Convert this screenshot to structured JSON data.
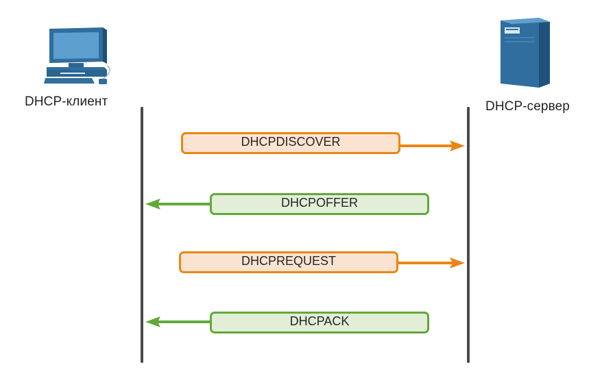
{
  "nodes": {
    "client": {
      "label": "DHCP-клиент",
      "icon": "desktop-computer-icon"
    },
    "server": {
      "label": "DHCP-сервер",
      "icon": "server-tower-icon"
    }
  },
  "messages": [
    {
      "label": "DHCPDISCOVER",
      "direction": "client-to-server"
    },
    {
      "label": "DHCPOFFER",
      "direction": "server-to-client"
    },
    {
      "label": "DHCPREQUEST",
      "direction": "client-to-server"
    },
    {
      "label": "DHCPACK",
      "direction": "server-to-client"
    }
  ],
  "colors": {
    "to_server_border": "#e98613",
    "to_server_fill": "#fbe3d2",
    "to_client_border": "#62a83b",
    "to_client_fill": "#e2eed8",
    "lifeline": "#4a4a4a",
    "device_blue": "#2f6e9e"
  }
}
